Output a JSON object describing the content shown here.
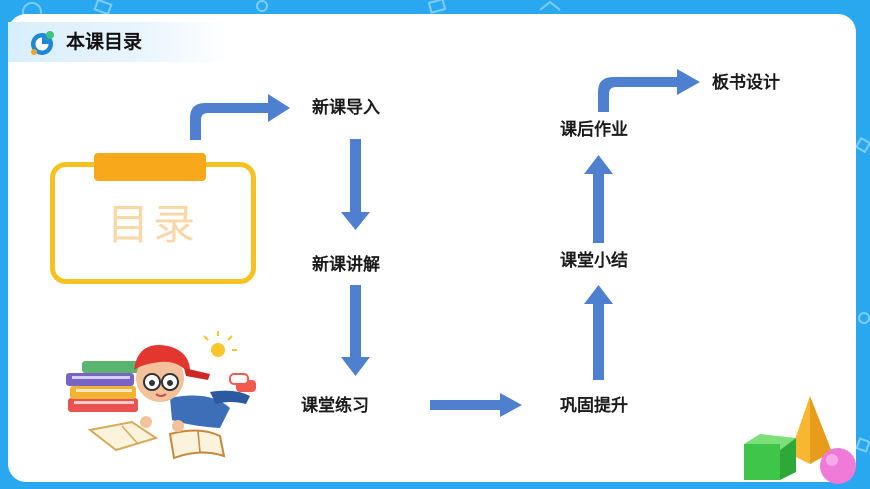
{
  "header": {
    "title": "本课目录"
  },
  "toc_box": {
    "label": "目录"
  },
  "flow": {
    "steps": [
      "新课导入",
      "新课讲解",
      "课堂练习",
      "巩固提升",
      "课堂小结",
      "课后作业",
      "板书设计"
    ]
  },
  "colors": {
    "background": "#29a8f0",
    "arrow": "#4f7fcf",
    "box_border": "#f6c220",
    "box_tab": "#f8a91b"
  },
  "icons": [
    "logo-icon",
    "student-reading-illustration",
    "geometric-shapes-illustration"
  ]
}
